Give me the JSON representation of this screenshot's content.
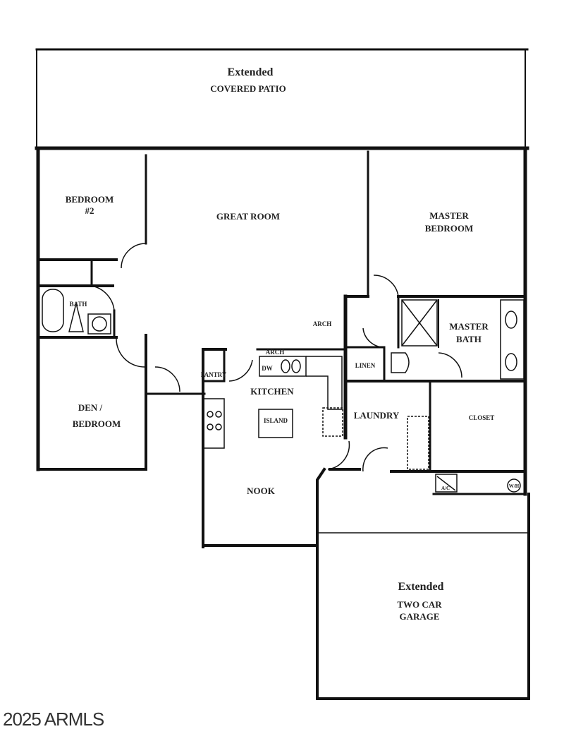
{
  "patio": {
    "line1": "Extended",
    "line2": "COVERED PATIO"
  },
  "rooms": {
    "bedroom2": {
      "line1": "BEDROOM",
      "line2": "#2"
    },
    "great_room": "GREAT ROOM",
    "master_bedroom": {
      "line1": "MASTER",
      "line2": "BEDROOM"
    },
    "bath": "BATH",
    "arch_great": "ARCH",
    "master_bath": {
      "line1": "MASTER",
      "line2": "BATH"
    },
    "linen": "LINEN",
    "arch_kitchen": "ARCH",
    "dw": "DW",
    "pantry": "PANTRY",
    "kitchen": "KITCHEN",
    "island": "ISLAND",
    "laundry": "LAUNDRY",
    "closet": "CLOSET",
    "den": {
      "line1": "DEN /",
      "line2": "BEDROOM"
    },
    "nook": "NOOK",
    "ac": "A/C",
    "wh": "W/H"
  },
  "garage": {
    "line1": "Extended",
    "line2": "TWO CAR",
    "line3": "GARAGE"
  },
  "watermark": "2025 ARMLS"
}
